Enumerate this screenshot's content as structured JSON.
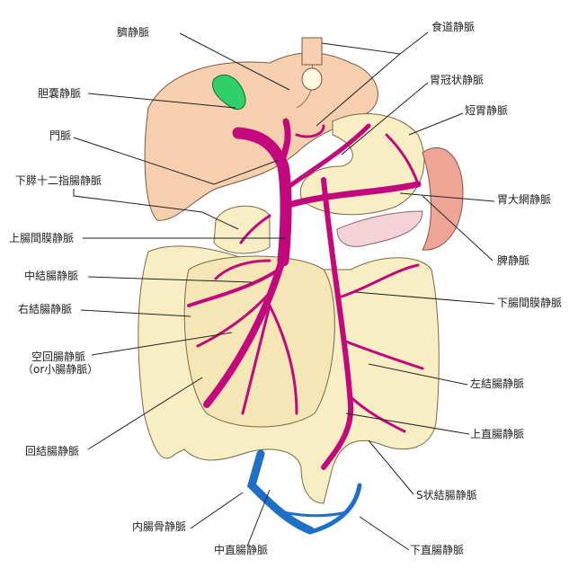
{
  "title": "門脈系の静脈",
  "colors": {
    "liver": "#f5cfae",
    "gallbladder": "#2fd06a",
    "intestine": "#f8eec4",
    "spleen": "#eea596",
    "pancreas": "#f3d3d8",
    "portal_vein": "#c2087c",
    "iliac_vein": "#1e6fc5"
  },
  "labels": {
    "umbilical": "臍静脈",
    "esophageal": "食道静脈",
    "cystic": "胆嚢静脈",
    "left_gastric": "胃冠状静脈",
    "short_gastric": "短胃静脈",
    "portal": "門脈",
    "inf_pancreaticoduodenal": "下膵十二指腸静脈",
    "gastroepiploic": "胃大網静脈",
    "sup_mesenteric": "上腸間膜静脈",
    "splenic": "脾静脈",
    "middle_colic": "中結腸静脈",
    "inf_mesenteric": "下腸間膜静脈",
    "right_colic": "右結腸静脈",
    "jejunal_ileal": "空回腸静脈",
    "jejunal_ileal_alt": "（or小腸静脈）",
    "left_colic": "左結腸静脈",
    "sup_rectal": "上直腸静脈",
    "ileocolic": "回結腸静脈",
    "sigmoid": "S状結腸静脈",
    "internal_iliac": "内腸骨静脈",
    "middle_rectal": "中直腸静脈",
    "inf_rectal": "下直腸静脈"
  }
}
